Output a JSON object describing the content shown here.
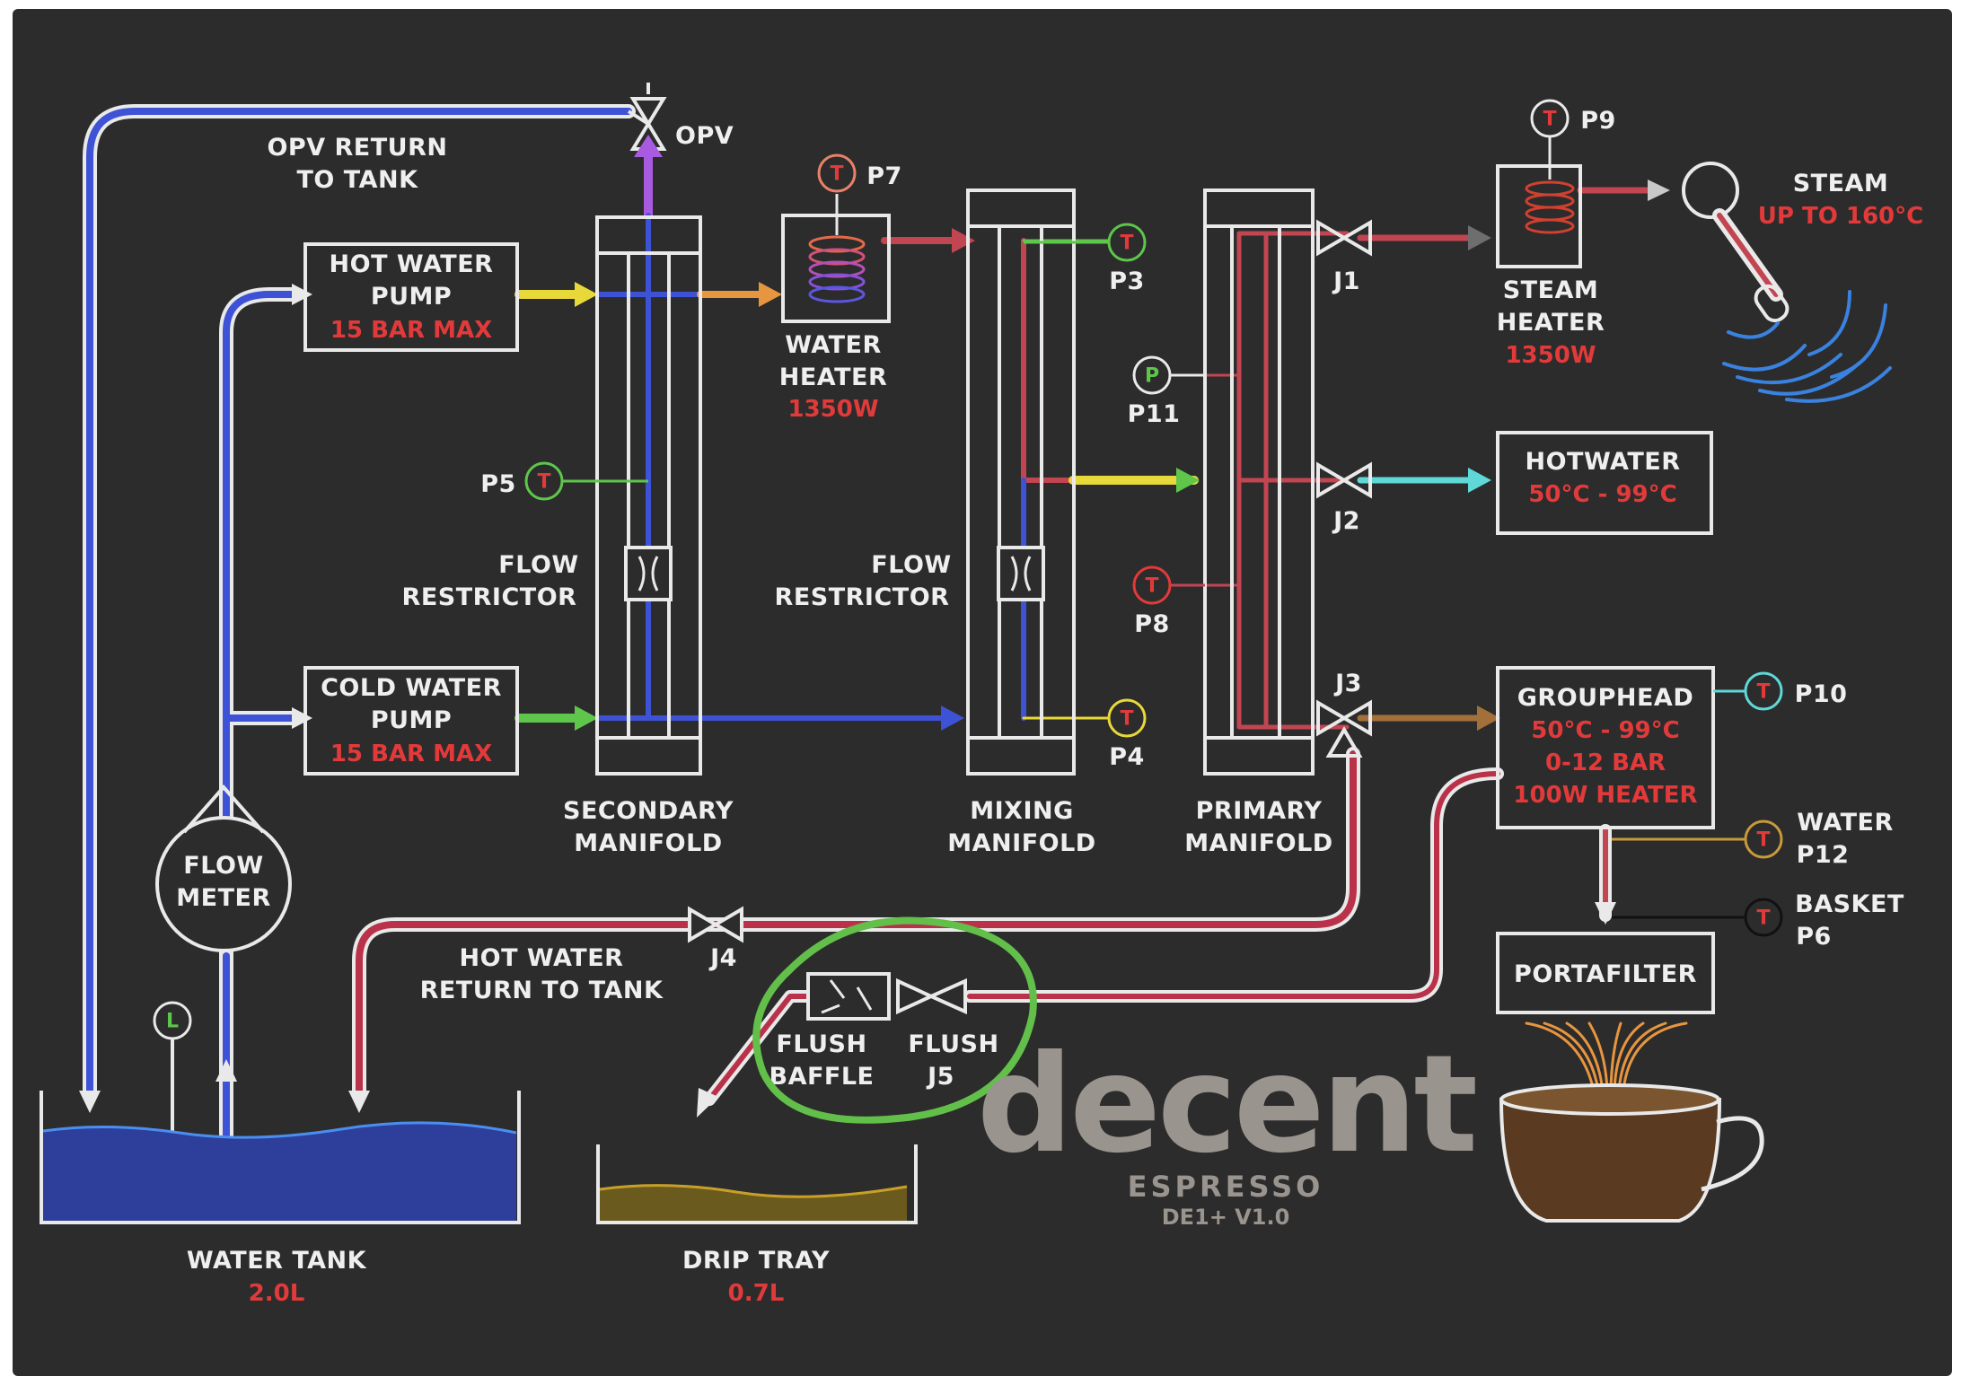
{
  "colors": {
    "board": "#2c2c2c",
    "cold_pipe": "#3e52d6",
    "hot_pipe": "#b9324a",
    "steam_pipe": "#c24552",
    "yellow": "#e8d93a",
    "green": "#5ec64b",
    "orange": "#e8953f",
    "cyan": "#5fd8d8",
    "purple": "#a85be0",
    "red_text": "#e23a3a",
    "tank_water": "#2d3f9a",
    "drip_liquid": "#6a5a1e",
    "highlight_circle": "#62c04a",
    "logo_grey": "#9a948f"
  },
  "labels": {
    "opv_return": [
      "OPV RETURN",
      "TO TANK"
    ],
    "opv": "OPV",
    "hot_water_pump": [
      "HOT WATER",
      "PUMP"
    ],
    "hot_water_pump_spec": "15 BAR MAX",
    "cold_water_pump": [
      "COLD WATER",
      "PUMP"
    ],
    "cold_water_pump_spec": "15 BAR MAX",
    "flow_meter": [
      "FLOW",
      "METER"
    ],
    "water_tank": "WATER TANK",
    "water_tank_volume": "2.0L",
    "drip_tray": "DRIP TRAY",
    "drip_tray_volume": "0.7L",
    "secondary_manifold": [
      "SECONDARY",
      "MANIFOLD"
    ],
    "mixing_manifold": [
      "MIXING",
      "MANIFOLD"
    ],
    "primary_manifold": [
      "PRIMARY",
      "MANIFOLD"
    ],
    "flow_restrictor_1": [
      "FLOW",
      "RESTRICTOR"
    ],
    "flow_restrictor_2": [
      "FLOW",
      "RESTRICTOR"
    ],
    "water_heater": [
      "WATER",
      "HEATER"
    ],
    "water_heater_spec": "1350W",
    "steam_heater": [
      "STEAM",
      "HEATER"
    ],
    "steam_heater_spec": "1350W",
    "steam": "STEAM",
    "steam_spec": "UP TO 160°C",
    "hotwater": "HOTWATER",
    "hotwater_spec": "50°C - 99°C",
    "grouphead": "GROUPHEAD",
    "grouphead_specs": [
      "50°C - 99°C",
      "0-12 BAR",
      "100W HEATER"
    ],
    "portafilter": "PORTAFILTER",
    "hot_water_return": [
      "HOT WATER",
      "RETURN TO TANK"
    ],
    "flush_baffle": [
      "FLUSH",
      "BAFFLE"
    ],
    "flush_j5": [
      "FLUSH",
      "J5"
    ],
    "water_probe": [
      "WATER",
      "P12"
    ],
    "basket_probe": [
      "BASKET",
      "P6"
    ]
  },
  "junctions": {
    "j1": "J1",
    "j2": "J2",
    "j3": "J3",
    "j4": "J4"
  },
  "probes": {
    "p3": "P3",
    "p4": "P4",
    "p5": "P5",
    "p7": "P7",
    "p8": "P8",
    "p9": "P9",
    "p10": "P10",
    "p11": "P11"
  },
  "gauge_letters": {
    "temp": "T",
    "pressure": "P",
    "level": "L"
  },
  "logo": {
    "brand": "decent",
    "product": "ESPRESSO",
    "model": "DE1+ V1.0"
  }
}
